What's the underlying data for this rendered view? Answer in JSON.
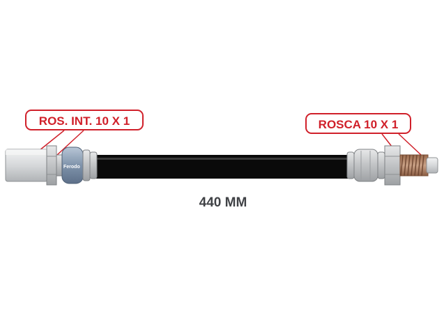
{
  "diagram": {
    "left_fitting_label": "ROS. INT. 10 X 1",
    "right_fitting_label": "ROSCA 10 X 1",
    "length_label": "440 MM",
    "brand_mark": "Ferodo",
    "colors": {
      "callout_red": "#d0202a",
      "hose_black": "#0a0a0a",
      "fitting_gray": "#c9cbcd",
      "length_text": "#404246"
    }
  }
}
